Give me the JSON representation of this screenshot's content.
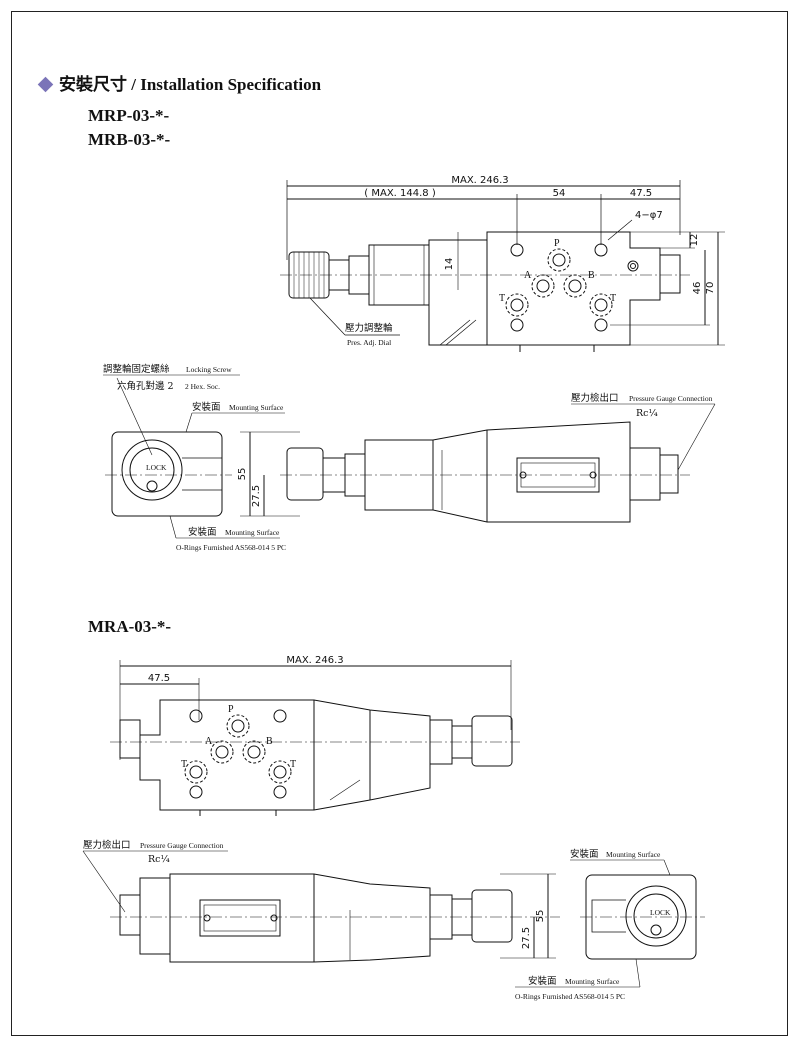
{
  "heading": {
    "text": "安裝尺寸 / Installation Specification"
  },
  "models": {
    "mrp": "MRP-03-*-",
    "mrb": "MRB-03-*-",
    "mra": "MRA-03-*-"
  },
  "top_view": {
    "dim_max": "MAX. 246.3",
    "dim_max_144": "( MAX. 144.8 )",
    "dim_54": "54",
    "dim_47_5": "47.5",
    "dim_4_phi7": "4−φ7",
    "dim_12": "12",
    "dim_14": "14",
    "dim_46": "46",
    "dim_70": "70",
    "ports": {
      "p": "P",
      "a": "A",
      "b": "B",
      "t1": "T",
      "t2": "T"
    },
    "dial_cn": "壓力調整輪",
    "dial_en": "Pres. Adj. Dial"
  },
  "side_view": {
    "screw_cn": "調整輪固定螺絲",
    "screw_en": "Locking Screw",
    "hex_cn": "六角孔對邊 2",
    "hex_en": "2 Hex. Soc.",
    "mount_top_cn": "安裝面",
    "mount_top_en": "Mounting Surface",
    "mount_bot_cn": "安裝面",
    "mount_bot_en": "Mounting Surface",
    "orings": "O-Rings  Furnished  AS568-014  5 PC",
    "gauge_cn": "壓力檢出口",
    "gauge_en": "Pressure Gauge Connection",
    "gauge_size": "Rc¼",
    "lock": "LOCK",
    "dim_55": "55",
    "dim_27_5": "27.5"
  },
  "mra_top": {
    "dim_max": "MAX. 246.3",
    "dim_47_5": "47.5",
    "ports": {
      "p": "P",
      "a": "A",
      "b": "B",
      "t1": "T",
      "t2": "T"
    }
  },
  "mra_side": {
    "gauge_cn": "壓力檢出口",
    "gauge_en": "Pressure Gauge Connection",
    "gauge_size": "Rc¼",
    "mount_top_cn": "安裝面",
    "mount_top_en": "Mounting Surface",
    "mount_bot_cn": "安裝面",
    "mount_bot_en": "Mounting Surface",
    "orings": "O-Rings  Furnished  AS568-014  5 PC",
    "lock": "LOCK",
    "dim_55": "55",
    "dim_27_5": "27.5"
  }
}
